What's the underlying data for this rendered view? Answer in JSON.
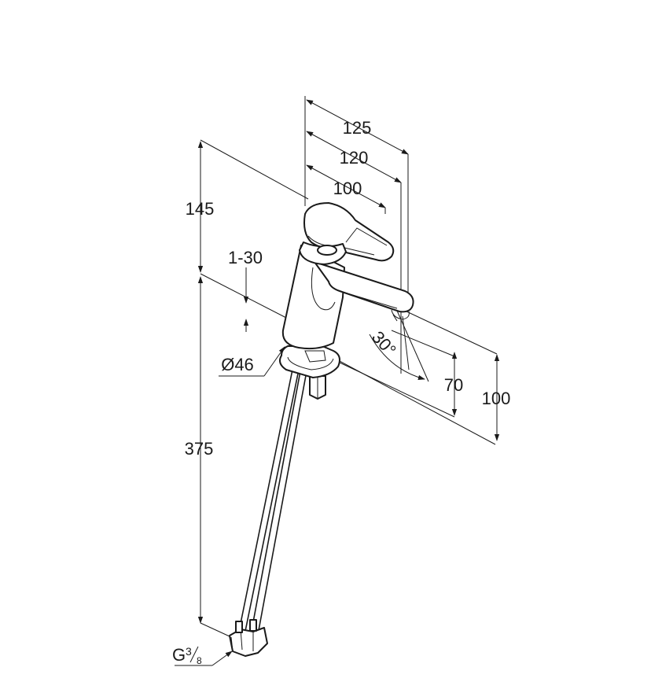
{
  "dimensions": {
    "d125": "125",
    "d120": "120",
    "d100_top": "100",
    "d145": "145",
    "d1_30": "1-30",
    "d46": "Ø46",
    "d375": "375",
    "d30deg": "30°",
    "d70": "70",
    "d100_right": "100",
    "thread_base": "G",
    "thread_num": "3",
    "thread_den": "8"
  },
  "colors": {
    "line": "#1a1a1a",
    "background": "#ffffff"
  }
}
